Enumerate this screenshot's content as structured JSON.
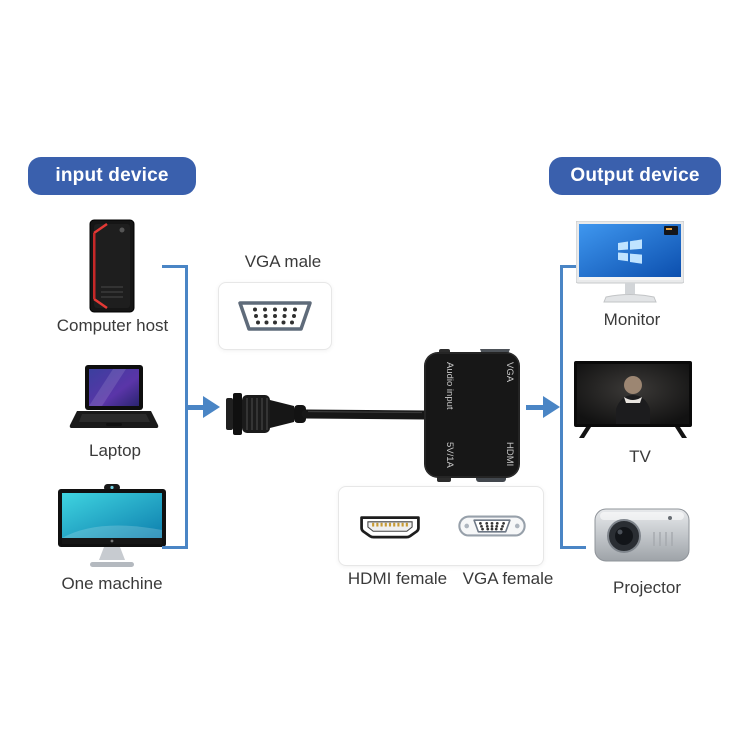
{
  "badges": {
    "input": "input device",
    "output": "Output device"
  },
  "input_devices": [
    {
      "label": "Computer host"
    },
    {
      "label": "Laptop"
    },
    {
      "label": "One machine"
    }
  ],
  "output_devices": [
    {
      "label": "Monitor"
    },
    {
      "label": "TV"
    },
    {
      "label": "Projector"
    }
  ],
  "center": {
    "vga_male_label": "VGA male",
    "hdmi_female_label": "HDMI female",
    "vga_female_label": "VGA female"
  },
  "adapter_ports": {
    "audio": "Audio input",
    "vga": "VGA",
    "power": "5V/1A",
    "hdmi": "HDMI"
  },
  "colors": {
    "badge_blue": "#3a60ad",
    "connector_blue": "#4a85c5",
    "label_text": "#3a3a3a"
  }
}
